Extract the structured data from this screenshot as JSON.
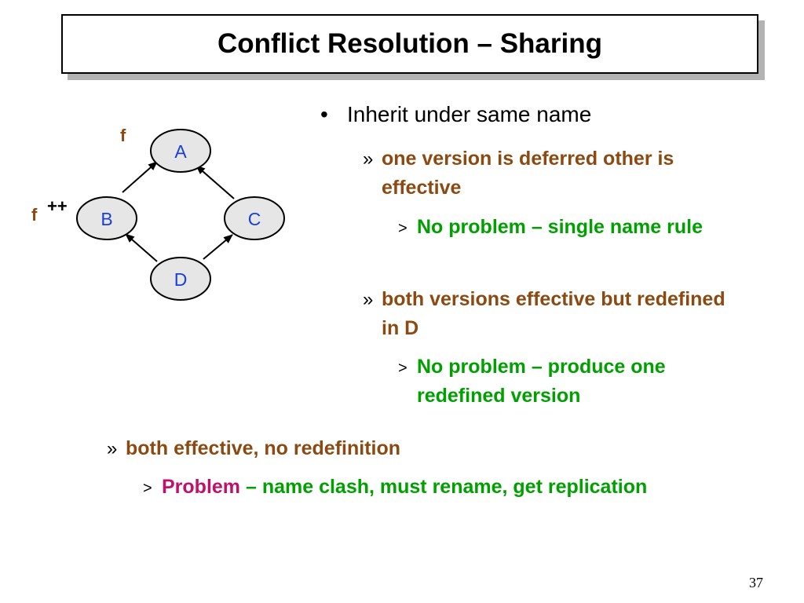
{
  "title": "Conflict Resolution – Sharing",
  "diagram": {
    "nodes": {
      "a": "A",
      "b": "B",
      "c": "C",
      "d": "D"
    },
    "label_f_top": "f",
    "label_f_left": "f",
    "label_plus": "++"
  },
  "bullets": {
    "main": {
      "marker": "•",
      "text": "Inherit under same name"
    },
    "sub1": {
      "marker": "»",
      "text": "one version is deferred other is effective"
    },
    "sub1_detail": {
      "marker": ">",
      "text": "No problem – single name rule"
    },
    "sub2": {
      "marker": "»",
      "text": "both versions effective but redefined in D"
    },
    "sub2_detail": {
      "marker": ">",
      "text": "No problem – produce one redefined version"
    },
    "sub3": {
      "marker": "»",
      "text": "both effective, no redefinition"
    },
    "sub3_detail": {
      "marker": ">",
      "problem_word": "Problem",
      "text": " – name clash, must rename, get replication"
    }
  },
  "page_number": "37",
  "colors": {
    "node_fill": "#e6e6e6",
    "node_text": "#1a3fd8",
    "label_brown": "#8b4a12",
    "green": "#00a000",
    "magenta": "#c0106a"
  }
}
